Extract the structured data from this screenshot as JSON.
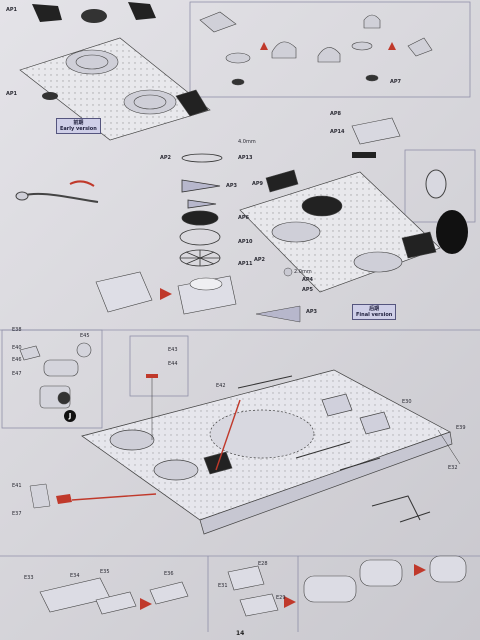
{
  "version_labels": {
    "early_cn": "前期",
    "early_en": "Early version",
    "final_cn": "后期",
    "final_en": "Final version"
  },
  "dimension": "4.0mm",
  "dimension_small": "2.0mm",
  "part_labels": {
    "ap1_top": "AP1",
    "ap1": "AP1",
    "ap2": "AP2",
    "ap2_right": "AP2",
    "ap3": "AP3",
    "ap3_bottom": "AP3",
    "ap4": "AP4",
    "ap5": "AP5",
    "ap6": "AP6",
    "ap7": "AP7",
    "ap8": "AP8",
    "ap9": "AP9",
    "ap10": "AP10",
    "ap11": "AP11",
    "ap13": "AP13",
    "ap14": "AP14",
    "e42": "E42",
    "e43": "E43",
    "e44": "E44",
    "e45": "E45",
    "e46": "E46",
    "e47": "E47",
    "e30": "E30",
    "e31": "E31",
    "e32": "E32",
    "e28": "E28",
    "e29": "E29",
    "e37": "E37",
    "e38": "E38",
    "e39": "E39",
    "e40": "E40",
    "e41": "E41",
    "e33": "E33",
    "e34": "E34",
    "e35": "E35",
    "e36": "E36"
  },
  "step_markers": {
    "j": "J"
  },
  "page_number": "14"
}
